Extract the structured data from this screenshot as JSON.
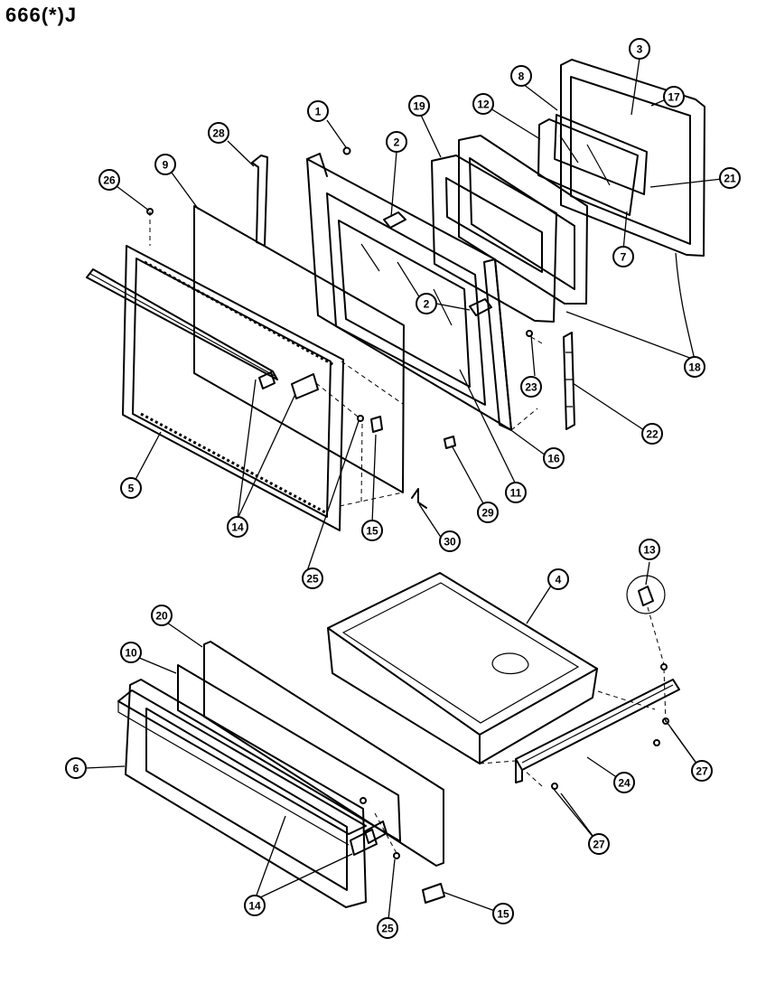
{
  "title": "666(*)J",
  "callouts": [
    "1",
    "2",
    "3",
    "4",
    "5",
    "6",
    "7",
    "8",
    "9",
    "10",
    "11",
    "12",
    "13",
    "14",
    "15",
    "16",
    "17",
    "18",
    "19",
    "20",
    "21",
    "22",
    "23",
    "24",
    "25",
    "26",
    "27",
    "28",
    "29",
    "30"
  ]
}
